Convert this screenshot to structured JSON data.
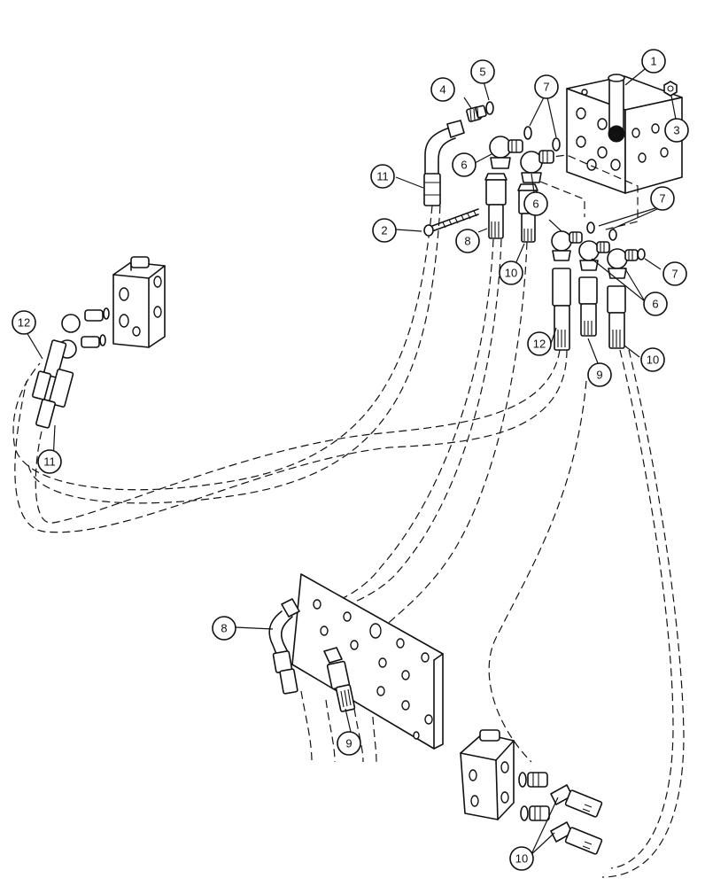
{
  "callouts": [
    {
      "id": "c1",
      "label": "1"
    },
    {
      "id": "c2",
      "label": "2"
    },
    {
      "id": "c3",
      "label": "3"
    },
    {
      "id": "c4",
      "label": "4"
    },
    {
      "id": "c5",
      "label": "5"
    },
    {
      "id": "c6a",
      "label": "6"
    },
    {
      "id": "c6b",
      "label": "6"
    },
    {
      "id": "c6c",
      "label": "6"
    },
    {
      "id": "c7a",
      "label": "7"
    },
    {
      "id": "c7b",
      "label": "7"
    },
    {
      "id": "c7c",
      "label": "7"
    },
    {
      "id": "c8a",
      "label": "8"
    },
    {
      "id": "c8b",
      "label": "8"
    },
    {
      "id": "c9a",
      "label": "9"
    },
    {
      "id": "c9b",
      "label": "9"
    },
    {
      "id": "c10a",
      "label": "10"
    },
    {
      "id": "c10b",
      "label": "10"
    },
    {
      "id": "c10c",
      "label": "10"
    },
    {
      "id": "c11a",
      "label": "11"
    },
    {
      "id": "c11b",
      "label": "11"
    },
    {
      "id": "c12a",
      "label": "12"
    },
    {
      "id": "c12b",
      "label": "12"
    }
  ]
}
